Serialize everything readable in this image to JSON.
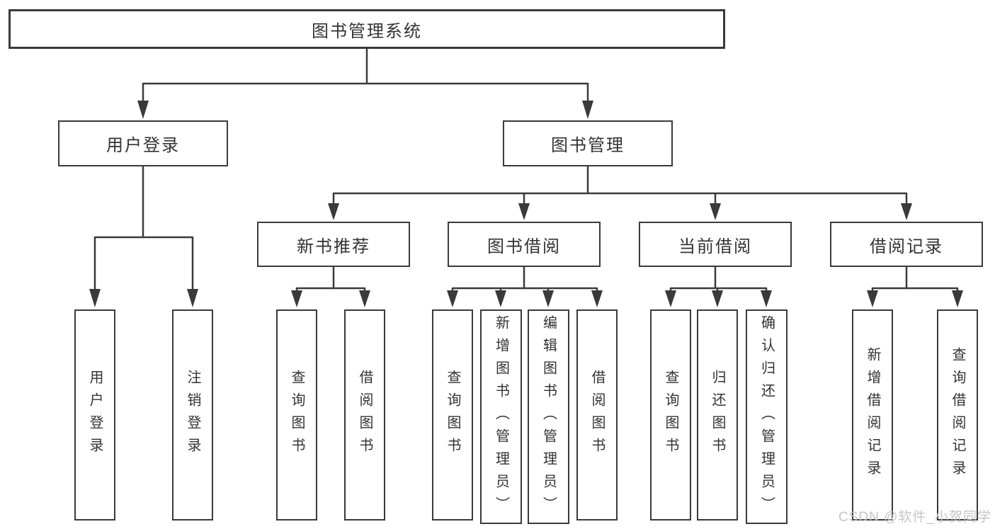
{
  "tree": {
    "label": "图书管理系统",
    "children": [
      {
        "label": "用户登录",
        "children": [
          {
            "label": "用户登录"
          },
          {
            "label": "注销登录"
          }
        ]
      },
      {
        "label": "图书管理",
        "children": [
          {
            "label": "新书推荐",
            "children": [
              {
                "label": "查询图书"
              },
              {
                "label": "借阅图书"
              }
            ]
          },
          {
            "label": "图书借阅",
            "children": [
              {
                "label": "查询图书"
              },
              {
                "label": "新增图书（管理员）"
              },
              {
                "label": "编辑图书（管理员）"
              },
              {
                "label": "借阅图书"
              }
            ]
          },
          {
            "label": "当前借阅",
            "children": [
              {
                "label": "查询图书"
              },
              {
                "label": "归还图书"
              },
              {
                "label": "确认归还（管理员）"
              }
            ]
          },
          {
            "label": "借阅记录",
            "children": [
              {
                "label": "新增借阅记录"
              },
              {
                "label": "查询借阅记录"
              }
            ]
          }
        ]
      }
    ]
  },
  "watermark": {
    "text": "CSDN @软件_小贺同学"
  },
  "colors": {
    "line": "#3a3a3a",
    "box_border": "#3a3a3a",
    "box_fill": "#ffffff",
    "text": "#333333",
    "watermark_text": "#c5c5ca",
    "background": "#ffffff"
  }
}
